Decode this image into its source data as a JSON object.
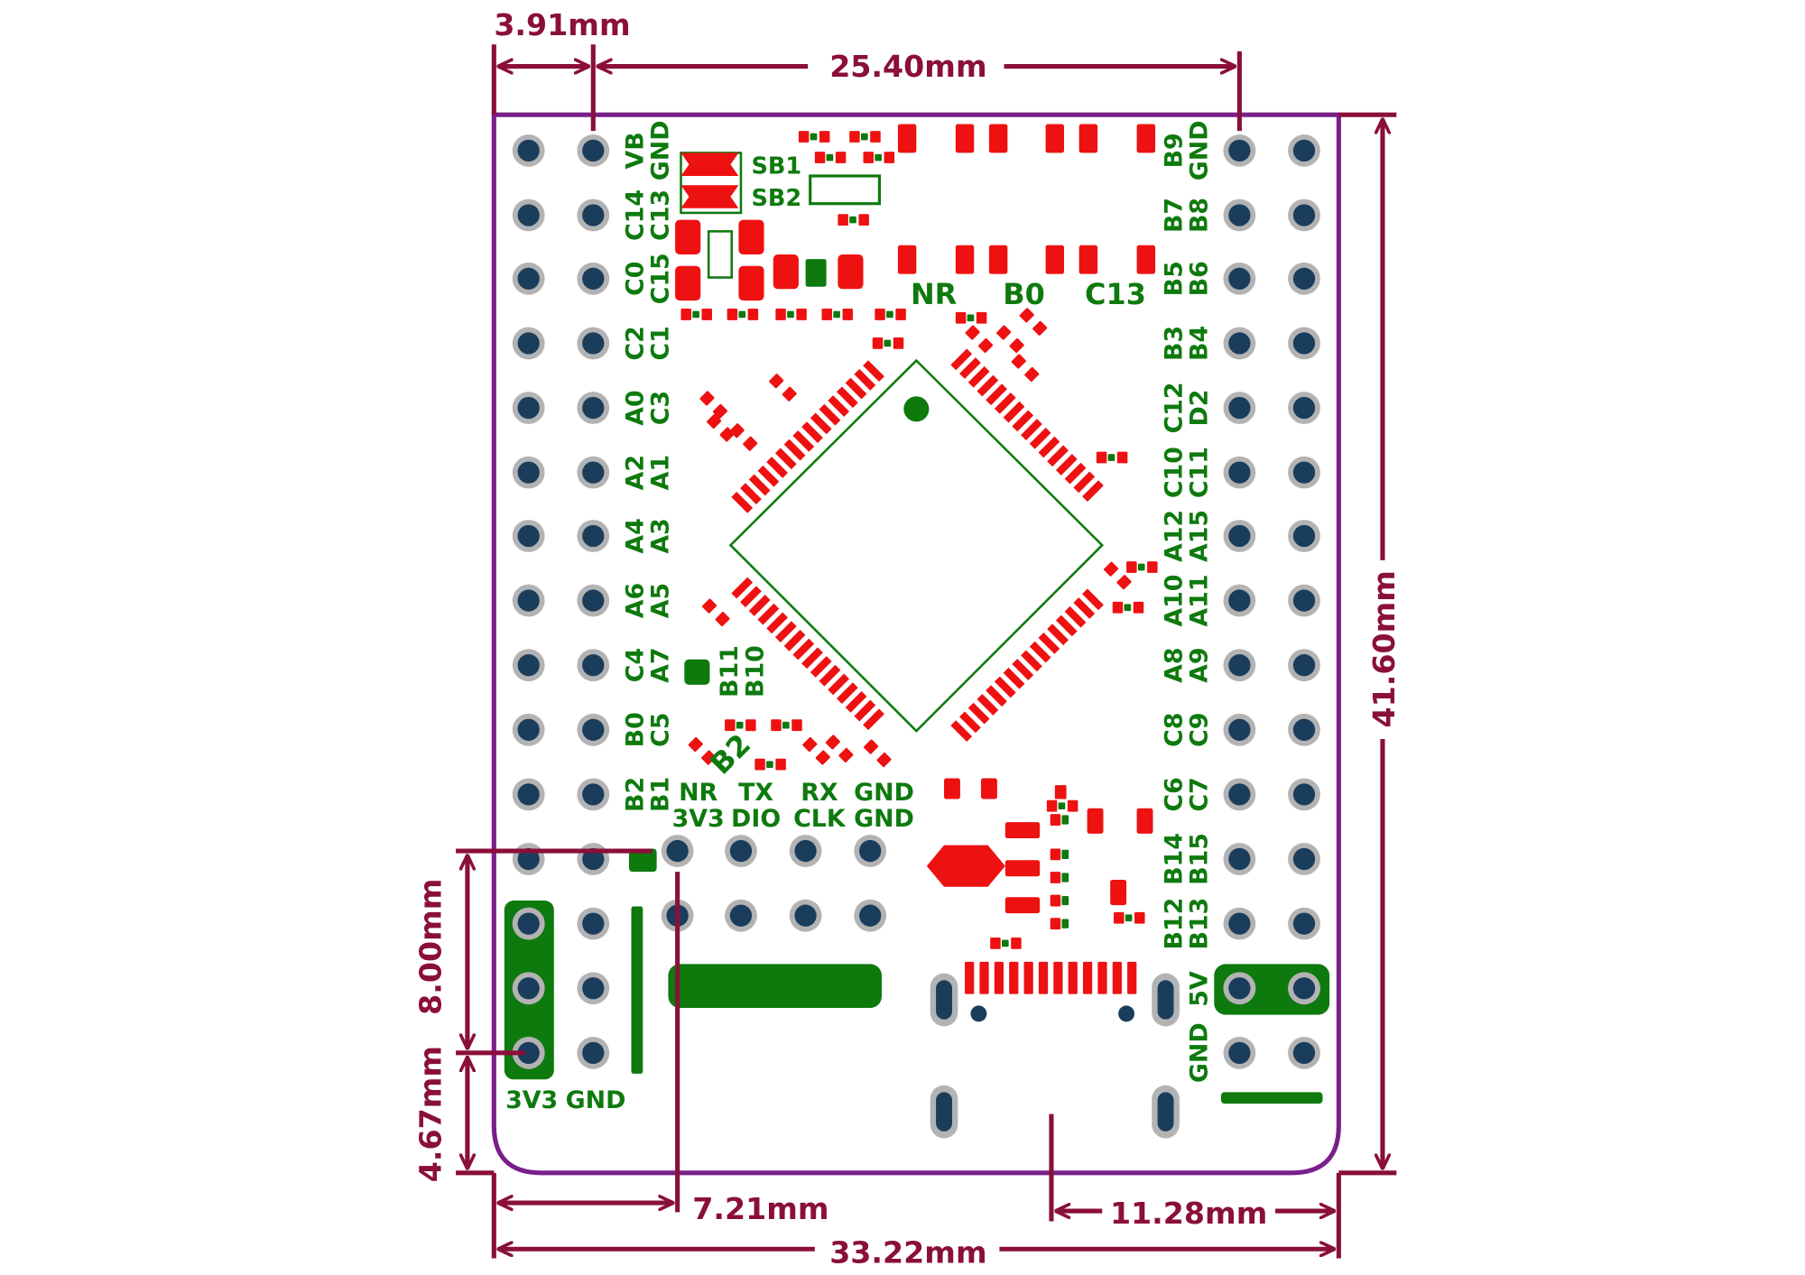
{
  "dimensions": {
    "top_left_offset": "3.91mm",
    "header_pitch": "25.40mm",
    "board_height": "41.60mm",
    "box_height": "8.00mm",
    "bottom_margin": "4.67mm",
    "swd_offset": "7.21mm",
    "usb_offset": "11.28mm",
    "board_width": "33.22mm"
  },
  "left_header_labels": [
    [
      "VB",
      "GND"
    ],
    [
      "C14",
      "C13"
    ],
    [
      "C0",
      "C15"
    ],
    [
      "C2",
      "C1"
    ],
    [
      "A0",
      "C3"
    ],
    [
      "A2",
      "A1"
    ],
    [
      "A4",
      "A3"
    ],
    [
      "A6",
      "A5"
    ],
    [
      "C4",
      "A7"
    ],
    [
      "B0",
      "C5"
    ],
    [
      "B2",
      "B1"
    ]
  ],
  "right_header_labels": [
    [
      "B9",
      "GND"
    ],
    [
      "B7",
      "B8"
    ],
    [
      "B5",
      "B6"
    ],
    [
      "B3",
      "B4"
    ],
    [
      "C12",
      "D2"
    ],
    [
      "C10",
      "C11"
    ],
    [
      "A12",
      "A15"
    ],
    [
      "A10",
      "A11"
    ],
    [
      "A8",
      "A9"
    ],
    [
      "C8",
      "C9"
    ],
    [
      "C6",
      "C7"
    ],
    [
      "B14",
      "B15"
    ],
    [
      "B12",
      "B13"
    ]
  ],
  "extra_labels": {
    "b11_b10": [
      "B11",
      "B10"
    ],
    "b2_silk": "B2",
    "sb1": "SB1",
    "sb2": "SB2",
    "top_buttons": [
      "NR",
      "B0",
      "C13"
    ],
    "swd_top": [
      "NR",
      "TX",
      "RX",
      "GND"
    ],
    "swd_bottom": [
      "3V3",
      "DIO",
      "CLK",
      "GND"
    ],
    "power_3v3": "3V3",
    "power_gnd": "GND",
    "right_5v": "5V",
    "right_gnd": "GND"
  },
  "colors": {
    "dimension": "#8a0f3a",
    "outline": "#7a1f8a",
    "silkscreen": "#0e7a0e",
    "pad": "#ee1111",
    "hole": "#1b3d5c",
    "ring": "#b3b3b3"
  }
}
